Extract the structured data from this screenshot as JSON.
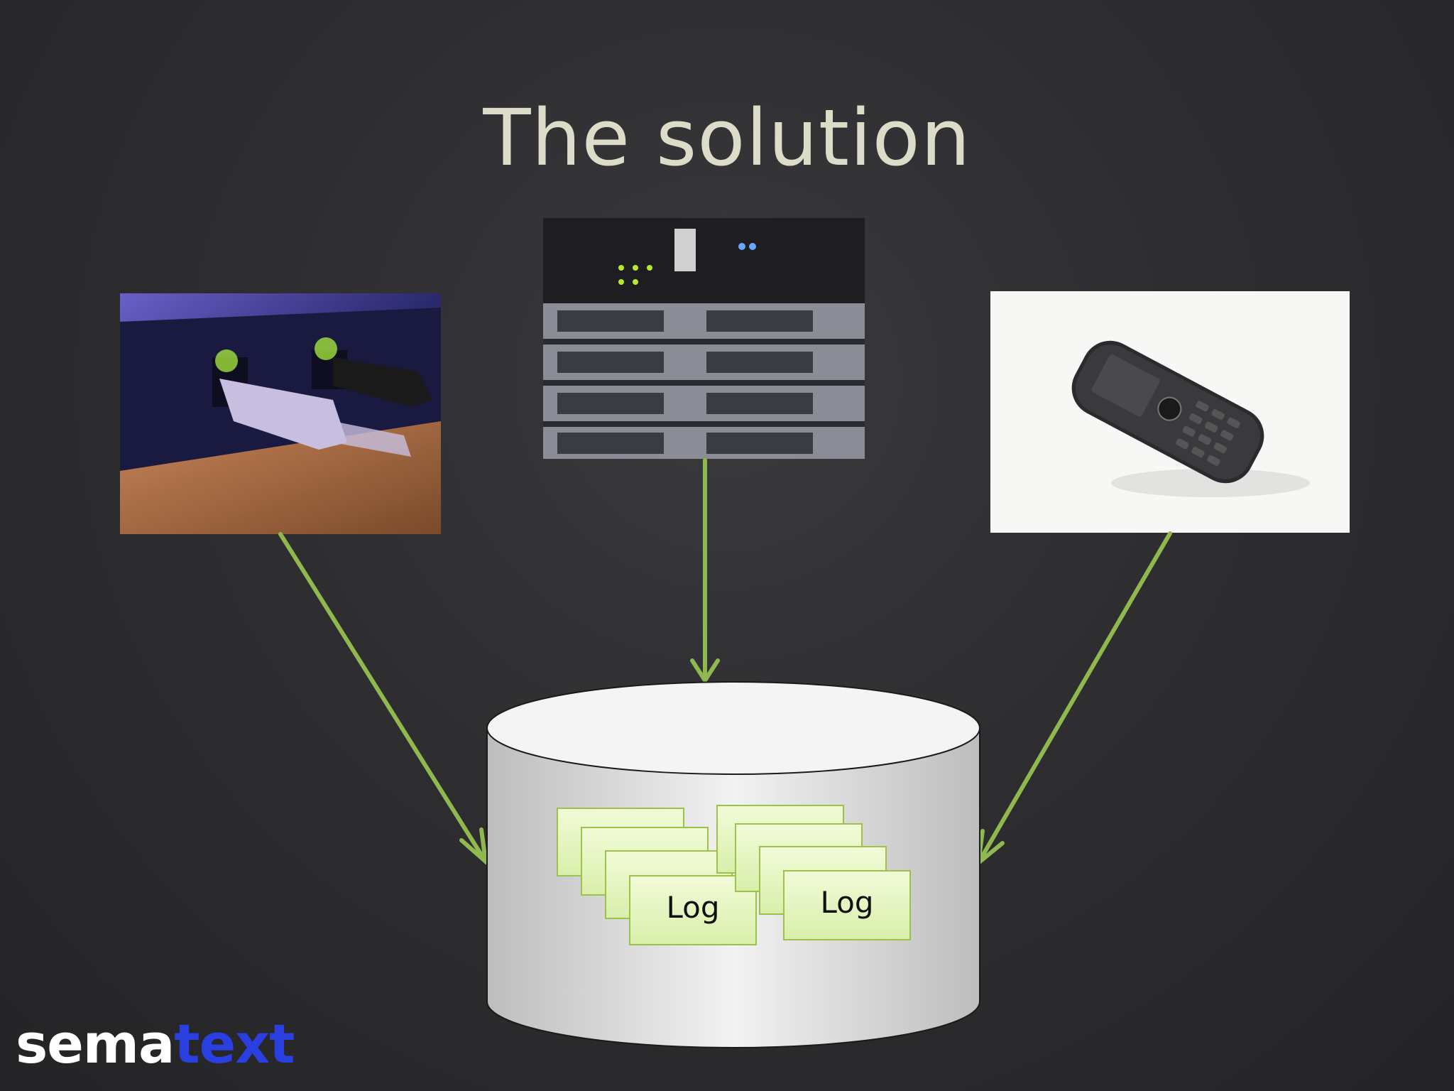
{
  "slide": {
    "title": "The solution"
  },
  "sources": [
    {
      "icon": "network-router-photo"
    },
    {
      "icon": "server-rack-photo"
    },
    {
      "icon": "mobile-phone-photo"
    }
  ],
  "storage": {
    "icon": "database-cylinder",
    "log_label": "Log"
  },
  "logo": {
    "part1": "sema",
    "part2": "text"
  },
  "colors": {
    "arrow": "#8fb84e",
    "title": "#dcdcc8",
    "logo_accent": "#2a3fe0",
    "log_card": "#e8f5c4"
  }
}
